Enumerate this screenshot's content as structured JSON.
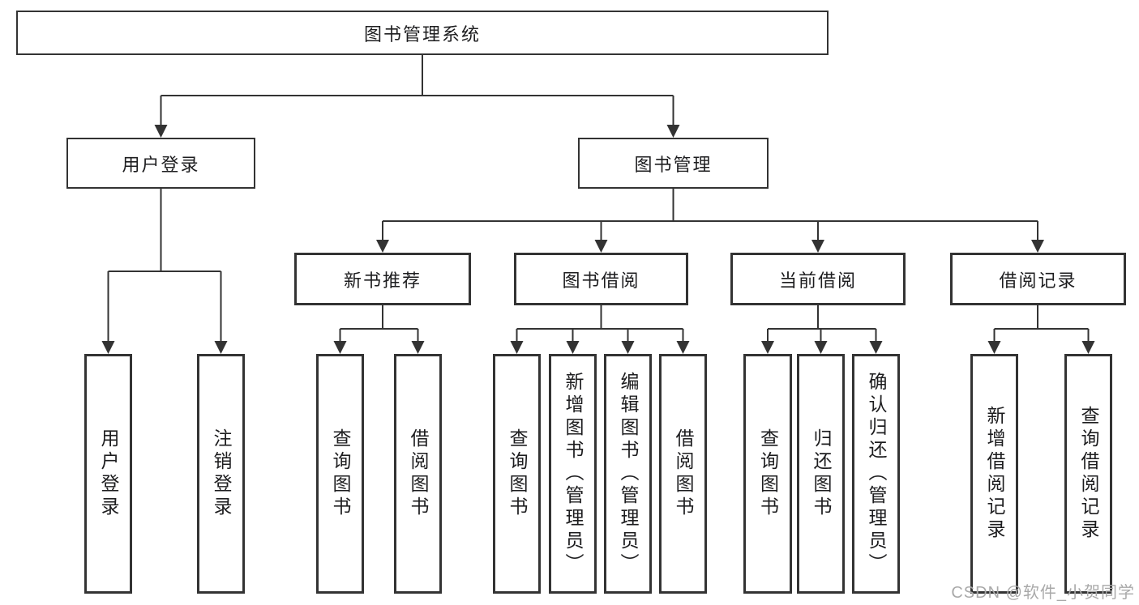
{
  "tree": {
    "root": {
      "label": "图书管理系统"
    },
    "branches": [
      {
        "label": "用户登录",
        "children": [
          {
            "label": "用户登录"
          },
          {
            "label": "注销登录"
          }
        ]
      },
      {
        "label": "图书管理",
        "children": [
          {
            "label": "新书推荐",
            "children": [
              {
                "label": "查询图书"
              },
              {
                "label": "借阅图书"
              }
            ]
          },
          {
            "label": "图书借阅",
            "children": [
              {
                "label": "查询图书"
              },
              {
                "label": "新增图书（管理员）"
              },
              {
                "label": "编辑图书（管理员）"
              },
              {
                "label": "借阅图书"
              }
            ]
          },
          {
            "label": "当前借阅",
            "children": [
              {
                "label": "查询图书"
              },
              {
                "label": "归还图书"
              },
              {
                "label": "确认归还（管理员）"
              }
            ]
          },
          {
            "label": "借阅记录",
            "children": [
              {
                "label": "新增借阅记录"
              },
              {
                "label": "查询借阅记录"
              }
            ]
          }
        ]
      }
    ]
  },
  "watermark": {
    "text": "CSDN @软件_小贺同学"
  },
  "colors": {
    "line": "#333333",
    "text": "#1d1d1f",
    "watermark": "#a9a9a9"
  }
}
